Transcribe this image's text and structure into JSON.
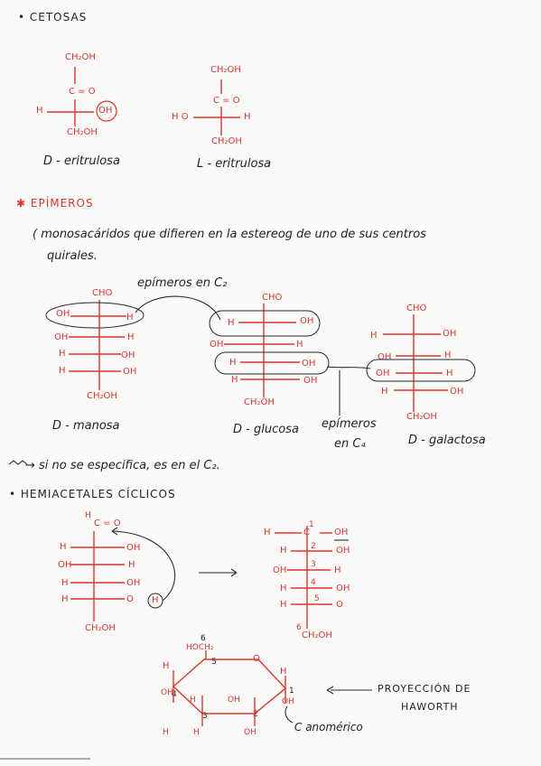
{
  "sections": {
    "cetosas": {
      "title": "• CETOSAS",
      "d_eritrulosa": {
        "top": "CH₂OH",
        "carbonyl": "C = O",
        "left": "H",
        "right": "OH",
        "bottom": "CH₂OH",
        "name": "D - eritrulosa"
      },
      "l_eritrulosa": {
        "top": "CH₂OH",
        "carbonyl": "C = O",
        "left": "H O",
        "right": "H",
        "bottom": "CH₂OH",
        "name": "L - eritrulosa"
      }
    },
    "epimeros": {
      "title": "✱ EPÍMEROS",
      "definition_line1": "( monosacáridos que difieren en la estereog de uno de sus centros",
      "definition_line2": "quirales.",
      "c2_label": "epímeros en C₂",
      "c4_label_1": "epímeros",
      "c4_label_2": "en C₄",
      "manosa": {
        "top": "CHO",
        "rows": [
          [
            "OH",
            "H"
          ],
          [
            "OH",
            "H"
          ],
          [
            "H",
            "OH"
          ],
          [
            "H",
            "OH"
          ]
        ],
        "bottom": "CH₂OH",
        "name": "D - manosa"
      },
      "glucosa": {
        "top": "CHO",
        "rows": [
          [
            "H",
            "OH"
          ],
          [
            "OH",
            "H"
          ],
          [
            "H",
            "OH"
          ],
          [
            "H",
            "OH"
          ]
        ],
        "bottom": "CH₂OH",
        "name": "D - glucosa"
      },
      "galactosa": {
        "top": "CHO",
        "rows": [
          [
            "H",
            "OH"
          ],
          [
            "OH",
            "H"
          ],
          [
            "OH",
            "H"
          ],
          [
            "H",
            "OH"
          ]
        ],
        "bottom": "CH₂OH",
        "name": "D - galactosa"
      },
      "note": "→ si no se especifica, es en el C₂."
    },
    "hemiacetales": {
      "title": "• HEMIACETALES CÍCLICOS",
      "open_chain": {
        "top": "H",
        "carbonyl": "C = O",
        "rows": [
          [
            "H",
            "OH"
          ],
          [
            "OH",
            "H"
          ],
          [
            "H",
            "OH"
          ],
          [
            "H",
            "O"
          ]
        ],
        "ring_h": "H",
        "bottom": "CH₂OH"
      },
      "cyclic_fischer": {
        "rows": [
          [
            "H",
            "C",
            "OH"
          ],
          [
            "H",
            "",
            "OH"
          ],
          [
            "OH",
            "",
            "H"
          ],
          [
            "H",
            "",
            "OH"
          ],
          [
            "H",
            "",
            "O"
          ]
        ],
        "numbers": [
          "1",
          "2",
          "3",
          "4",
          "5",
          "6"
        ],
        "bottom": "CH₂OH"
      },
      "haworth": {
        "c6_label": "HOCH₂",
        "ring_o": "O",
        "labels": [
          "H",
          "H",
          "OH",
          "H",
          "OH",
          "OH",
          "H",
          "OH",
          "H"
        ],
        "numbers": [
          "6",
          "5",
          "4",
          "3",
          "2",
          "1"
        ],
        "anomeric": "C anomérico",
        "projection_label_1": "PROYECCIÓN DE",
        "projection_label_2": "HAWORTH"
      }
    }
  },
  "colors": {
    "ink": "#232323",
    "red": "#d9362e",
    "paper": "#fbfaf8"
  }
}
